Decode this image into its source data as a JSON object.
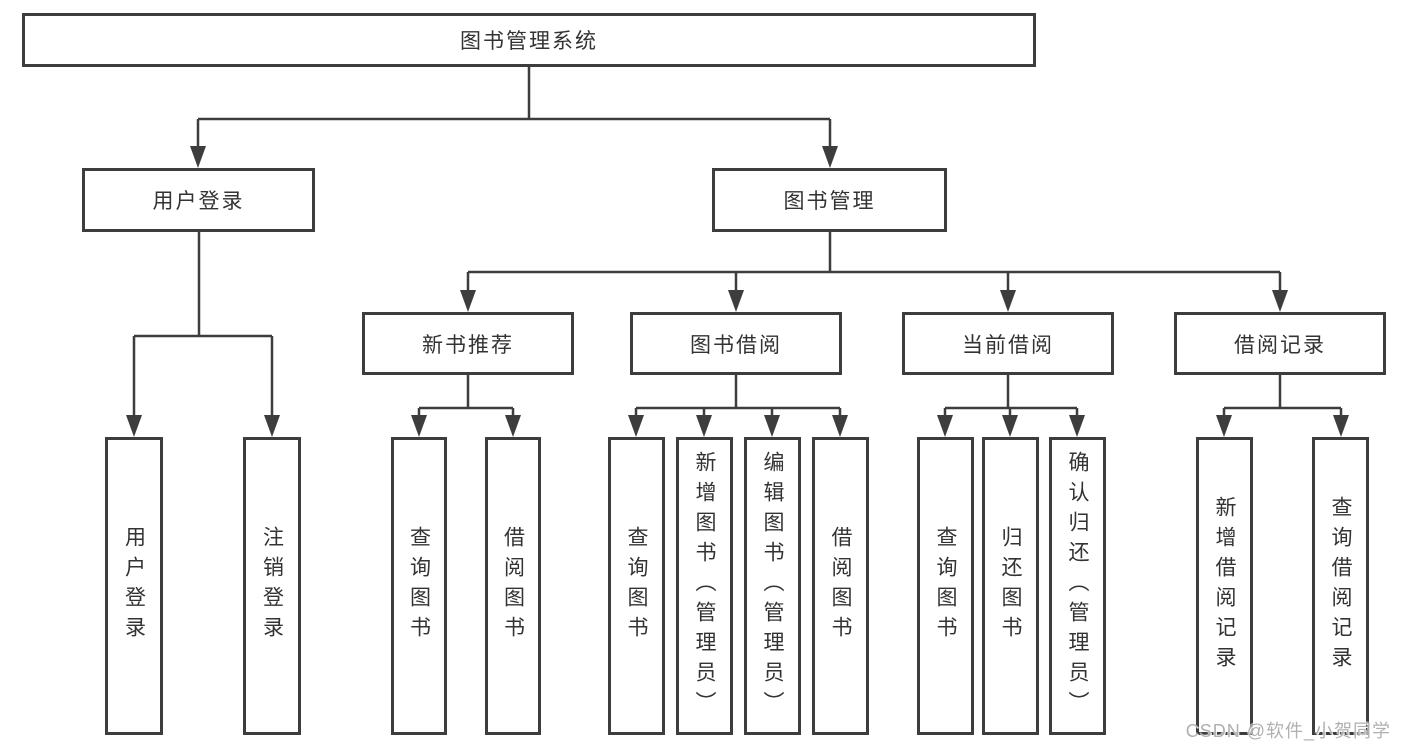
{
  "tree": {
    "root": {
      "label": "图书管理系统"
    },
    "level2": [
      {
        "label": "用户登录",
        "parent": "图书管理系统"
      },
      {
        "label": "图书管理",
        "parent": "图书管理系统"
      }
    ],
    "level3": [
      {
        "label": "新书推荐",
        "parent": "图书管理"
      },
      {
        "label": "图书借阅",
        "parent": "图书管理"
      },
      {
        "label": "当前借阅",
        "parent": "图书管理"
      },
      {
        "label": "借阅记录",
        "parent": "图书管理"
      }
    ],
    "leaves": [
      {
        "label": "用户登录",
        "parent": "用户登录"
      },
      {
        "label": "注销登录",
        "parent": "用户登录"
      },
      {
        "label": "查询图书",
        "parent": "新书推荐"
      },
      {
        "label": "借阅图书",
        "parent": "新书推荐"
      },
      {
        "label": "查询图书",
        "parent": "图书借阅"
      },
      {
        "label": "新增图书（管理员）",
        "parent": "图书借阅"
      },
      {
        "label": "编辑图书（管理员）",
        "parent": "图书借阅"
      },
      {
        "label": "借阅图书",
        "parent": "图书借阅"
      },
      {
        "label": "查询图书",
        "parent": "当前借阅"
      },
      {
        "label": "归还图书",
        "parent": "当前借阅"
      },
      {
        "label": "确认归还（管理员）",
        "parent": "当前借阅"
      },
      {
        "label": "新增借阅记录",
        "parent": "借阅记录"
      },
      {
        "label": "查询借阅记录",
        "parent": "借阅记录"
      }
    ]
  },
  "watermark": {
    "text": "CSDN @软件_小贺同学"
  },
  "colors": {
    "line": "#3d3d3d",
    "text": "#333333",
    "background": "#ffffff",
    "watermark": "#b0b0b0"
  }
}
